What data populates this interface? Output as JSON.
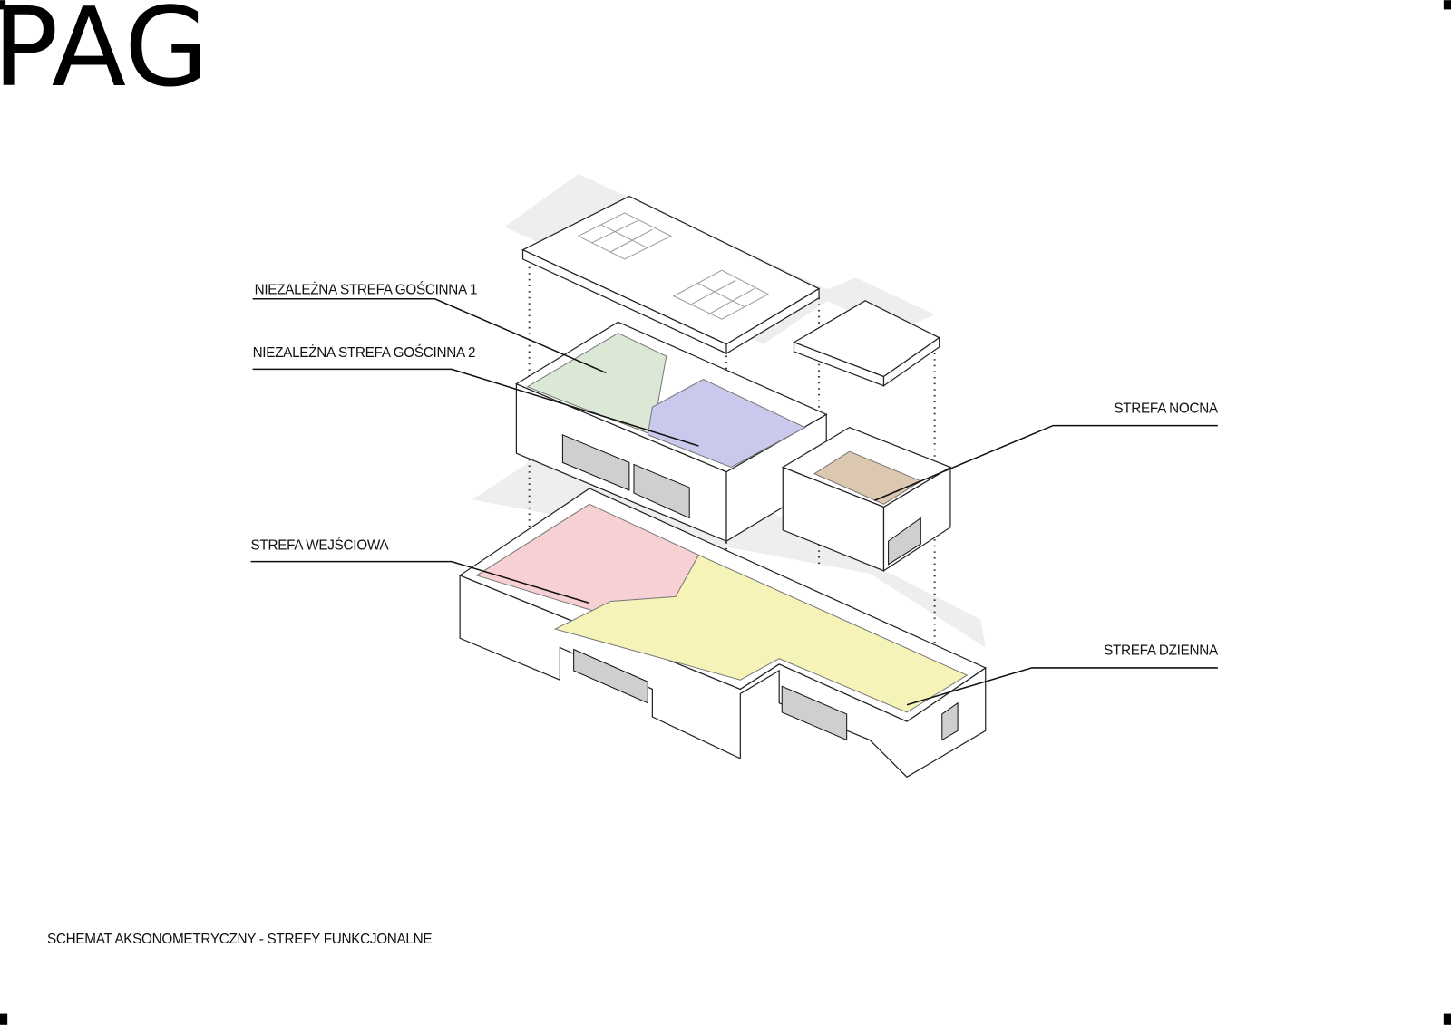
{
  "logo": {
    "text": "PAG"
  },
  "labels": {
    "guest_zone_1": "NIEZALEŻNA STREFA  GOŚCINNA 1",
    "guest_zone_2": "NIEZALEŻNA STREFA  GOŚCINNA 2",
    "night_zone": "STREFA NOCNA",
    "entrance_zone": "STREFA WEJŚCIOWA",
    "day_zone": "STREFA DZIENNA"
  },
  "caption": "SCHEMAT AKSONOMETRYCZNY - STREFY FUNKCJONALNE",
  "colors": {
    "guest_zone_1": "#dbe8d5",
    "guest_zone_2": "#c9c9ee",
    "night_zone": "#dcc7b0",
    "entrance_zone": "#f6d0d2",
    "day_zone": "#f6f3b8"
  }
}
